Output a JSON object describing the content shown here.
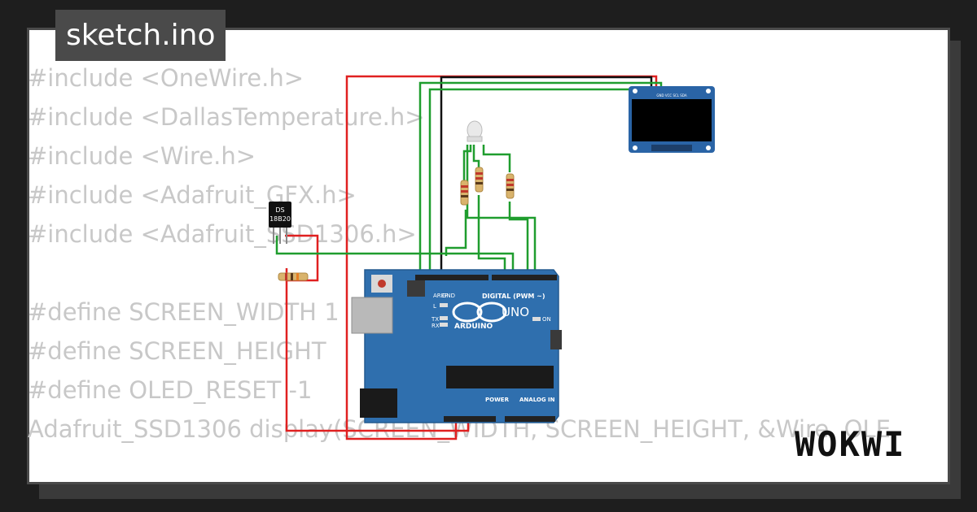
{
  "tab": {
    "label": "sketch.ino"
  },
  "code_lines": [
    "#include <OneWire.h>",
    "#include <DallasTemperature.h>",
    "#include <Wire.h>",
    "#include <Adafruit_GFX.h>",
    "#include <Adafruit_SSD1306.h>",
    "",
    "#define SCREEN_WIDTH 1",
    "#define SCREEN_HEIGHT",
    "#define OLED_RESET -1",
    "Adafruit_SSD1306 display(SCREEN_WIDTH, SCREEN_HEIGHT, &Wire, OLE"
  ],
  "logo": "WOKWI",
  "sensor": {
    "line1": "DS",
    "line2": "18B20"
  },
  "oled": {
    "pins": "GND VCC SCL SDA"
  },
  "arduino": {
    "model": "UNO",
    "brand": "ARDUINO",
    "digital_label": "DIGITAL (PWM ~)",
    "analog_label": "ANALOG IN",
    "power_label": "POWER",
    "on_label": "ON",
    "l_label": "L",
    "tx_label": "TX",
    "rx_label": "RX",
    "aref_label": "AREF",
    "gnd_label": "GND"
  },
  "colors": {
    "board": "#2f6fae",
    "wire_red": "#e02020",
    "wire_green": "#1f9d2e",
    "wire_black": "#111111",
    "tab_bg": "#4a4a4a"
  }
}
